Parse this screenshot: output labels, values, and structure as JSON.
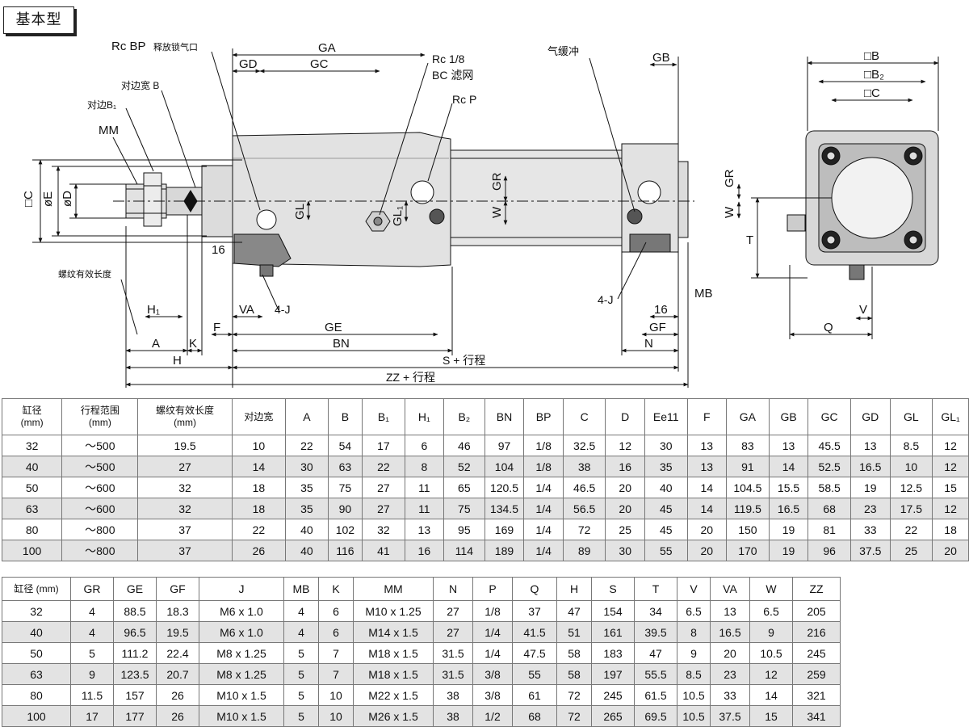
{
  "title": "基本型",
  "labels": {
    "rcbp": "Rc BP",
    "rcbp_cn": "释放锁气口",
    "duibian_b": "对边宽 B",
    "duibian_b1": "对边B₁",
    "mm": "MM",
    "c": "□C",
    "e": "øE",
    "d": "øD",
    "thread_len": "螺纹有效长度",
    "ga": "GA",
    "gd": "GD",
    "gc": "GC",
    "rc18": "Rc 1/8",
    "bc": "BC  滤网",
    "rcp": "Rc P",
    "qihuanchong": "气缓冲",
    "gb": "GB",
    "gr": "GR",
    "gl": "GL",
    "gl1": "GL₁",
    "w": "W",
    "n16a": "16",
    "n16b": "16",
    "h1": "H₁",
    "a": "A",
    "k": "K",
    "f": "F",
    "h": "H",
    "va": "VA",
    "fourj_a": "4-J",
    "fourj_b": "4-J",
    "ge": "GE",
    "bn": "BN",
    "mb": "MB",
    "gf": "GF",
    "n": "N",
    "s": "S + 行程",
    "zz": "ZZ + 行程",
    "sq_b": "□B",
    "sq_b2": "□B₂",
    "sq_cr": "□C",
    "t": "T",
    "v": "V",
    "q": "Q"
  },
  "colors": {
    "body": "#e2e2e2",
    "dark": "#3a3a3a",
    "line": "#111111",
    "shade_row": "#e3e3e3"
  },
  "table_top": {
    "headers": [
      "缸径\n(mm)",
      "行程范围\n(mm)",
      "螺纹有效长度\n(mm)",
      "对边宽",
      "A",
      "B",
      "B₁",
      "H₁",
      "B₂",
      "BN",
      "BP",
      "C",
      "D",
      "Ee11",
      "F",
      "GA",
      "GB",
      "GC",
      "GD",
      "GL",
      "GL₁"
    ],
    "rows": [
      [
        "32",
        "～500",
        "19.5",
        "10",
        "22",
        "54",
        "17",
        "6",
        "46",
        "97",
        "1/8",
        "32.5",
        "12",
        "30",
        "13",
        "83",
        "13",
        "45.5",
        "13",
        "8.5",
        "12"
      ],
      [
        "40",
        "～500",
        "27",
        "14",
        "30",
        "63",
        "22",
        "8",
        "52",
        "104",
        "1/8",
        "38",
        "16",
        "35",
        "13",
        "91",
        "14",
        "52.5",
        "16.5",
        "10",
        "12"
      ],
      [
        "50",
        "～600",
        "32",
        "18",
        "35",
        "75",
        "27",
        "11",
        "65",
        "120.5",
        "1/4",
        "46.5",
        "20",
        "40",
        "14",
        "104.5",
        "15.5",
        "58.5",
        "19",
        "12.5",
        "15"
      ],
      [
        "63",
        "～600",
        "32",
        "18",
        "35",
        "90",
        "27",
        "11",
        "75",
        "134.5",
        "1/4",
        "56.5",
        "20",
        "45",
        "14",
        "119.5",
        "16.5",
        "68",
        "23",
        "17.5",
        "12"
      ],
      [
        "80",
        "～800",
        "37",
        "22",
        "40",
        "102",
        "32",
        "13",
        "95",
        "169",
        "1/4",
        "72",
        "25",
        "45",
        "20",
        "150",
        "19",
        "81",
        "33",
        "22",
        "18"
      ],
      [
        "100",
        "～800",
        "37",
        "26",
        "40",
        "116",
        "41",
        "16",
        "114",
        "189",
        "1/4",
        "89",
        "30",
        "55",
        "20",
        "170",
        "19",
        "96",
        "37.5",
        "25",
        "20"
      ]
    ]
  },
  "table_bottom": {
    "headers": [
      "缸径 (mm)",
      "GR",
      "GE",
      "GF",
      "J",
      "MB",
      "K",
      "MM",
      "N",
      "P",
      "Q",
      "H",
      "S",
      "T",
      "V",
      "VA",
      "W",
      "ZZ"
    ],
    "rows": [
      [
        "32",
        "4",
        "88.5",
        "18.3",
        "M6 x 1.0",
        "4",
        "6",
        "M10 x 1.25",
        "27",
        "1/8",
        "37",
        "47",
        "154",
        "34",
        "6.5",
        "13",
        "6.5",
        "205"
      ],
      [
        "40",
        "4",
        "96.5",
        "19.5",
        "M6 x 1.0",
        "4",
        "6",
        "M14 x 1.5",
        "27",
        "1/4",
        "41.5",
        "51",
        "161",
        "39.5",
        "8",
        "16.5",
        "9",
        "216"
      ],
      [
        "50",
        "5",
        "111.2",
        "22.4",
        "M8 x 1.25",
        "5",
        "7",
        "M18 x 1.5",
        "31.5",
        "1/4",
        "47.5",
        "58",
        "183",
        "47",
        "9",
        "20",
        "10.5",
        "245"
      ],
      [
        "63",
        "9",
        "123.5",
        "20.7",
        "M8 x 1.25",
        "5",
        "7",
        "M18 x 1.5",
        "31.5",
        "3/8",
        "55",
        "58",
        "197",
        "55.5",
        "8.5",
        "23",
        "12",
        "259"
      ],
      [
        "80",
        "11.5",
        "157",
        "26",
        "M10 x 1.5",
        "5",
        "10",
        "M22 x 1.5",
        "38",
        "3/8",
        "61",
        "72",
        "245",
        "61.5",
        "10.5",
        "33",
        "14",
        "321"
      ],
      [
        "100",
        "17",
        "177",
        "26",
        "M10 x 1.5",
        "5",
        "10",
        "M26 x 1.5",
        "38",
        "1/2",
        "68",
        "72",
        "265",
        "69.5",
        "10.5",
        "37.5",
        "15",
        "341"
      ]
    ]
  }
}
